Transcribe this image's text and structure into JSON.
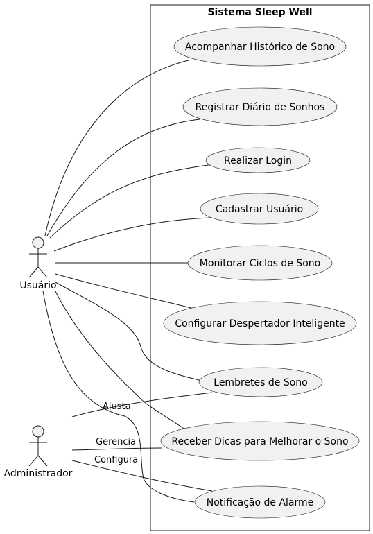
{
  "system": {
    "title": "Sistema Sleep Well"
  },
  "actors": {
    "user": "Usuário",
    "admin": "Administrador"
  },
  "use_cases": {
    "historico": "Acompanhar Histórico de Sono",
    "diario": "Registrar Diário de Sonhos",
    "login": "Realizar Login",
    "cadastro": "Cadastrar Usuário",
    "monitorar": "Monitorar Ciclos de Sono",
    "despertador": "Configurar Despertador Inteligente",
    "lembretes": "Lembretes de Sono",
    "dicas": "Receber Dicas para Melhorar o Sono",
    "alarme": "Notificação de Alarme"
  },
  "edge_labels": {
    "ajusta": "Ajusta",
    "gerencia": "Gerencia",
    "configura": "Configura"
  },
  "colors": {
    "ellipse_fill": "#f1f1f1",
    "stroke": "#181818",
    "background": "#ffffff"
  }
}
